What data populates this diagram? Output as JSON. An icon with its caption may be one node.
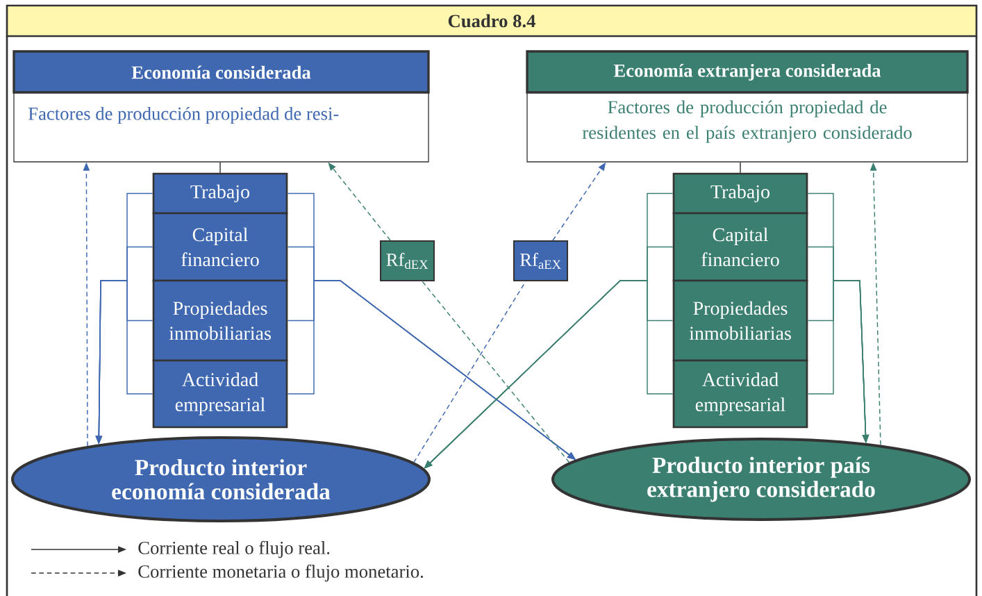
{
  "diagram": {
    "title": "Cuadro 8.4",
    "nodes": [
      {
        "text": [
          "Economía considerada",
          "Factores de producción propiedad de resi-"
        ]
      },
      {
        "text": [
          "Economía extranjera considerada",
          "Factores de producción propiedad de residentes en el país extranjero considerado"
        ]
      },
      {
        "text": [
          "Trabajo"
        ]
      },
      {
        "text": [
          "Capital financiero"
        ]
      },
      {
        "text": [
          "Propiedades inmobiliarias"
        ]
      },
      {
        "text": [
          "Actividad empresarial"
        ]
      },
      {
        "text": [
          "Rf$_{dEX}$"
        ]
      },
      {
        "text": [
          "Rf$_{aEX}$"
        ]
      },
      {
        "text": [
          "Trabajo"
        ]
      },
      {
        "text": [
          "Capital financiero"
        ]
      },
      {
        "text": [
          "Propiedades inmobiliarias"
        ]
      },
      {
        "text": [
          "Actividad empresarial"
        ]
      },
      {
        "text": [
          "Producto interior economía considerada"
        ]
      },
      {
        "text": [
          "Producto interior país extranjero considerado"
        ]
      }
    ],
    "edges": [
      {
        "from": 0,
        "to": 2,
        "arrow": "none",
        "color": "#333333"
      },
      {
        "from": 1,
        "to": 8,
        "arrow": "none",
        "color": "#333333"
      },
      {
        "from": 2,
        "to": 12,
        "arrow": "to"
      },
      {
        "from": 3,
        "to": 12,
        "arrow": "to"
      },
      {
        "from": 4,
        "to": 12,
        "arrow": "to"
      },
      {
        "from": 5,
        "to": 12,
        "arrow": "to"
      },
      {
        "from": 2,
        "to": 13,
        "arrow": "to"
      },
      {
        "from": 3,
        "to": 13,
        "arrow": "to"
      },
      {
        "from": 4,
        "to": 13,
        "arrow": "to"
      },
      {
        "from": 5,
        "to": 13,
        "arrow": "to"
      },
      {
        "from": 8,
        "to": 12,
        "arrow": "to",
        "color": "#3b7f71"
      },
      {
        "from": 9,
        "to": 12,
        "arrow": "to",
        "color": "#3b7f71"
      },
      {
        "from": 10,
        "to": 12,
        "arrow": "to",
        "color": "#3b7f71"
      },
      {
        "from": 11,
        "to": 12,
        "arrow": "to",
        "color": "#3b7f71"
      },
      {
        "from": 8,
        "to": 13,
        "arrow": "to",
        "color": "#3b7f71"
      },
      {
        "from": 9,
        "to": 13,
        "arrow": "to",
        "color": "#3b7f71"
      },
      {
        "from": 10,
        "to": 13,
        "arrow": "to",
        "color": "#3b7f71"
      },
      {
        "from": 11,
        "to": 13,
        "arrow": "to",
        "color": "#3b7f71"
      },
      {
        "from": 12,
        "to": 0,
        "arrow": "to",
        "style": "dashed"
      },
      {
        "from": 13,
        "to": 1,
        "arrow": "to",
        "style": "dashed",
        "color": "#3b7f71"
      },
      {
        "from": 13,
        "to": 6,
        "arrow": "none",
        "style": "dashed",
        "color": "#3b7f71"
      },
      {
        "from": 6,
        "to": 0,
        "arrow": "to",
        "style": "dashed",
        "color": "#3b7f71"
      },
      {
        "from": 12,
        "to": 7,
        "arrow": "none",
        "style": "dashed"
      },
      {
        "from": 7,
        "to": 1,
        "arrow": "to",
        "style": "dashed"
      }
    ],
    "legend": [
      {
        "text": "Corriente real o flujo real."
      },
      {
        "text": "Corriente monetaria o flujo monetario."
      }
    ]
  }
}
